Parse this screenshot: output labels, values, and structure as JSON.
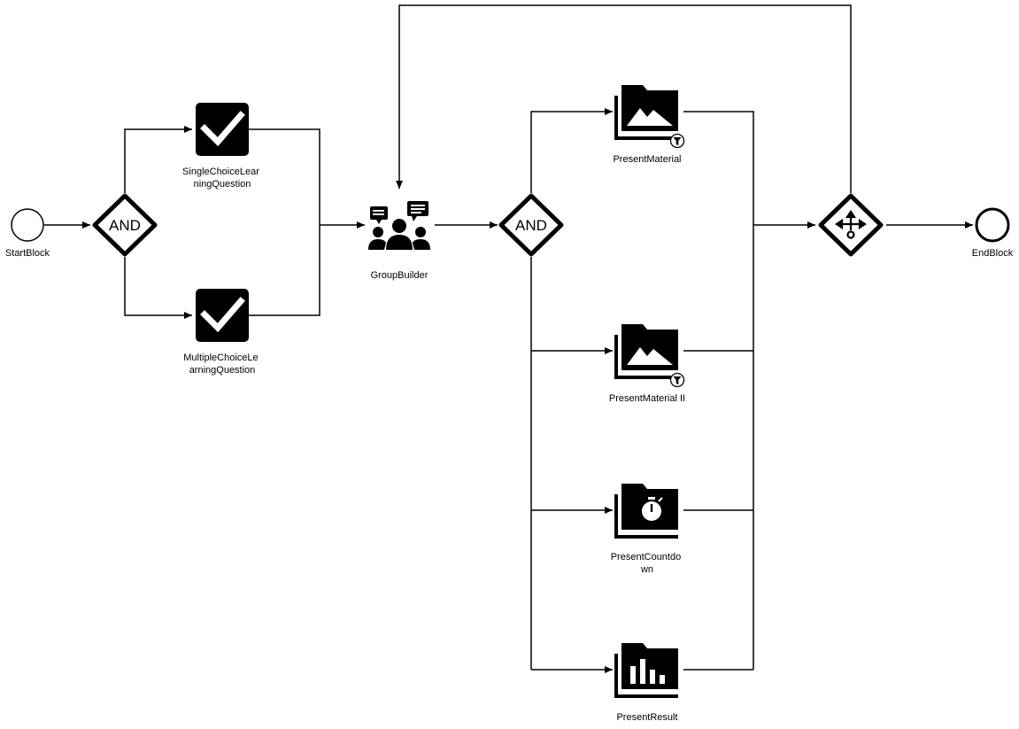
{
  "diagram": {
    "nodes": {
      "start": {
        "label": "StartBlock"
      },
      "and_split": {
        "label": "AND"
      },
      "single_choice": {
        "label_lines": [
          "SingleChoiceLear",
          "ningQuestion"
        ]
      },
      "multiple_choice": {
        "label_lines": [
          "MultipleChoiceLe",
          "arningQuestion"
        ]
      },
      "group_builder": {
        "label": "GroupBuilder"
      },
      "and_split_2": {
        "label": "AND"
      },
      "present_material": {
        "label": "PresentMaterial"
      },
      "present_material_2": {
        "label": "PresentMaterial II"
      },
      "present_countdown": {
        "label_lines": [
          "PresentCountdo",
          "wn"
        ]
      },
      "present_result": {
        "label": "PresentResult"
      },
      "join_gateway": {
        "label": ""
      },
      "end": {
        "label": "EndBlock"
      }
    },
    "icons": {
      "single_choice": "checkmark-icon",
      "multiple_choice": "checkmark-icon",
      "group_builder": "group-chat-icon",
      "present_material": "image-folder-icon",
      "present_material_2": "image-folder-icon",
      "present_countdown": "stopwatch-folder-icon",
      "present_result": "bar-chart-folder-icon",
      "join_gateway": "split-arrows-icon",
      "filter_badge": "filter-icon"
    },
    "colors": {
      "stroke": "#000000",
      "fill": "#ffffff"
    }
  }
}
